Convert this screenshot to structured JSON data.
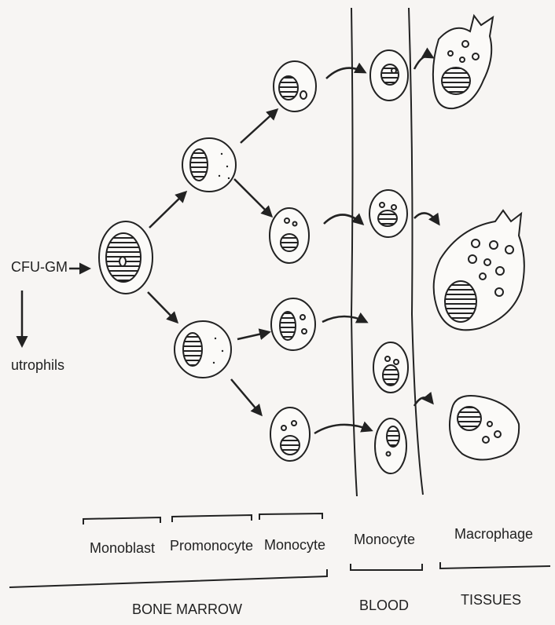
{
  "labels": {
    "cfu_gm": "CFU-GM",
    "neutrophils": "utrophils",
    "monoblast": "Monoblast",
    "promonocyte": "Promonocyte",
    "monocyte_marrow": "Monocyte",
    "monocyte_blood": "Monocyte",
    "macrophage": "Macrophage",
    "bone_marrow": "BONE MARROW",
    "blood": "BLOOD",
    "tissues": "TISSUES"
  },
  "colors": {
    "ink": "#222222",
    "paper": "#f7f5f3",
    "cell_fill": "#fbfaf8"
  }
}
